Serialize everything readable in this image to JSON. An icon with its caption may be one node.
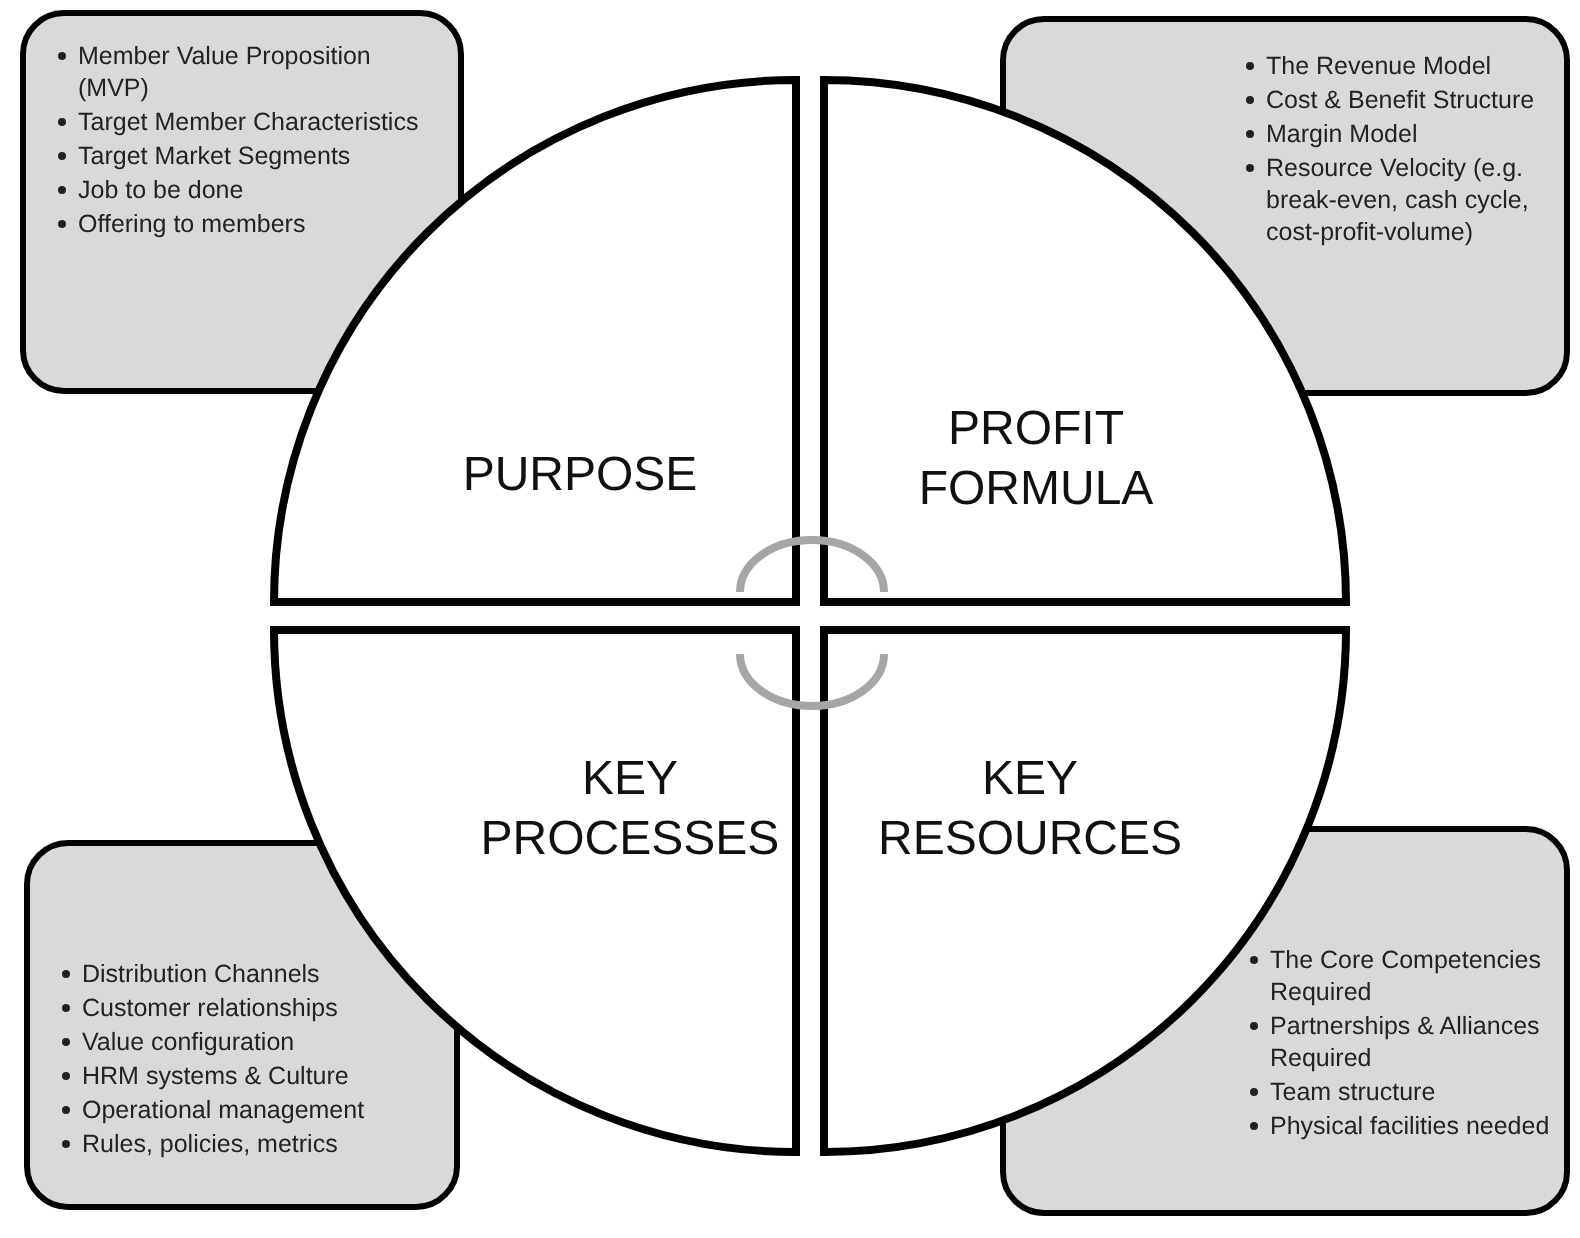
{
  "diagram": {
    "nodes": [
      {
        "text": [
          "Member Value Proposition (MVP)",
          "Target Member Characteristics",
          "Target Market Segments",
          "Job to be done",
          "Offering to members"
        ]
      },
      {
        "text": [
          "The Revenue Model",
          "Cost & Benefit Structure",
          "Margin Model",
          "Resource Velocity (e.g. break-even, cash cycle, cost-profit-volume)"
        ]
      },
      {
        "text": [
          "PURPOSE"
        ]
      },
      {
        "text": [
          "PROFIT FORMULA"
        ]
      },
      {
        "text": [
          "KEY PROCESSES"
        ]
      },
      {
        "text": [
          "KEY RESOURCES"
        ]
      },
      {
        "text": [
          "Distribution Channels",
          "Customer relationships",
          "Value configuration",
          "HRM systems & Culture",
          "Operational management",
          "Rules, policies, metrics"
        ]
      },
      {
        "text": [
          "The Core Competencies Required",
          "Partnerships & Alliances Required",
          "Team structure",
          "Physical facilities needed"
        ]
      }
    ]
  }
}
